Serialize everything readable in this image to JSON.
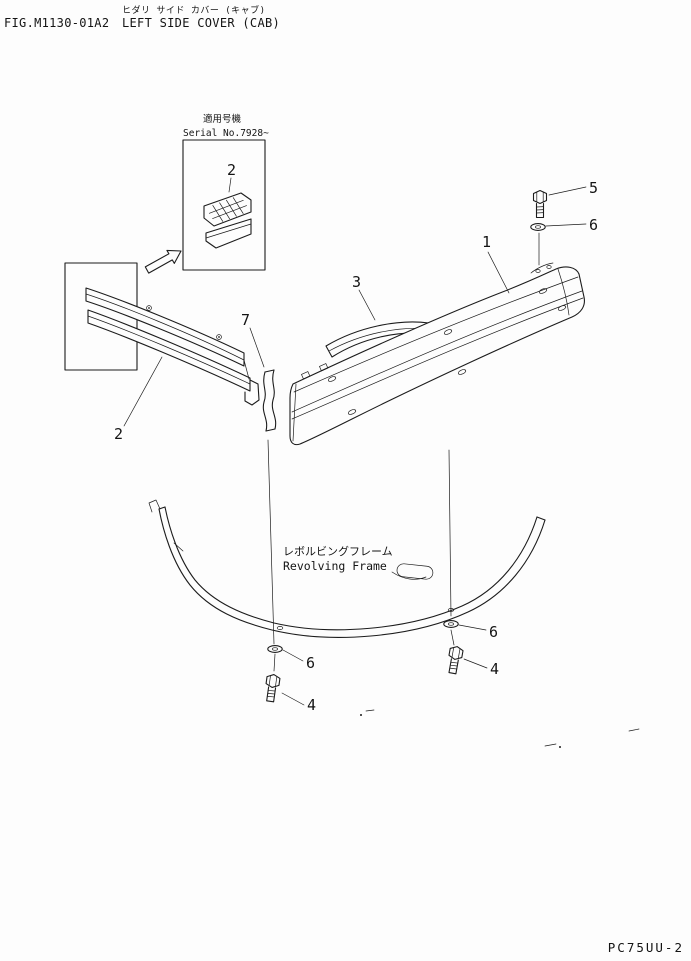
{
  "header": {
    "kana": "ヒダリ サイド カバー (キャブ)",
    "fig_code": "FIG.M1130-01A2",
    "title": "LEFT SIDE COVER (CAB)"
  },
  "detail": {
    "applicable_jp": "適用号機",
    "serial": "Serial No.7928~"
  },
  "frame": {
    "label_jp": "レボルビングフレーム",
    "label_en": "Revolving Frame"
  },
  "callouts": {
    "part1": "1",
    "part2_main": "2",
    "part2_detail": "2",
    "part3": "3",
    "part4_left": "4",
    "part4_right": "4",
    "part5": "5",
    "part6_top": "6",
    "part6_left": "6",
    "part6_right": "6",
    "part7": "7"
  },
  "footer": {
    "model": "PC75UU-2"
  }
}
